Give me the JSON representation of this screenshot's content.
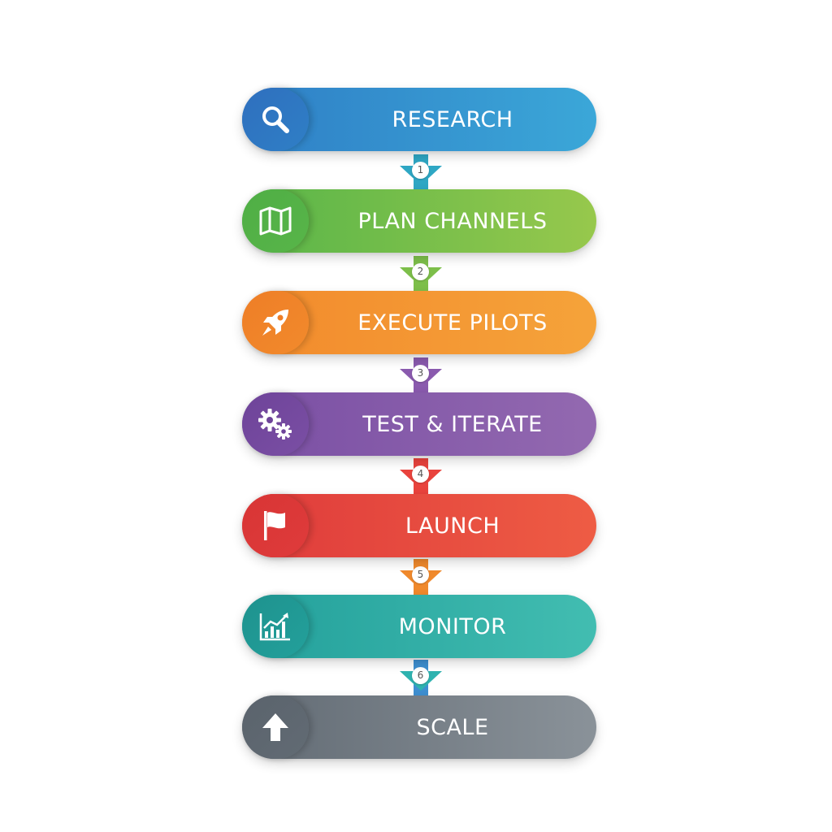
{
  "steps": [
    {
      "label": "RESEARCH",
      "icon": "magnifier-icon",
      "from": "#2F7FC6",
      "to": "#3BA7D8",
      "cap": "#2F6FBE"
    },
    {
      "label": "PLAN CHANNELS",
      "icon": "map-icon",
      "from": "#58B549",
      "to": "#97C84C",
      "cap": "#4FAE45"
    },
    {
      "label": "EXECUTE PILOTS",
      "icon": "rocket-icon",
      "from": "#F28A2C",
      "to": "#F5A33A",
      "cap": "#EE7E27"
    },
    {
      "label": "TEST & ITERATE",
      "icon": "gears-icon",
      "from": "#7A4FA4",
      "to": "#9369B0",
      "cap": "#6E4399"
    },
    {
      "label": "LAUNCH",
      "icon": "flag-icon",
      "from": "#DF3B3B",
      "to": "#EE5C44",
      "cap": "#D83535"
    },
    {
      "label": "MONITOR",
      "icon": "chart-icon",
      "from": "#23A09B",
      "to": "#42BDB1",
      "cap": "#1E928E"
    },
    {
      "label": "SCALE",
      "icon": "arrow-up-icon",
      "from": "#626B74",
      "to": "#8A9299",
      "cap": "#5A636C"
    }
  ],
  "connectors": [
    {
      "number": "1",
      "stem": "#2EA7C4",
      "arrow": "#2EA7C4"
    },
    {
      "number": "2",
      "stem": "#7DBF4A",
      "arrow": "#7DBF4A"
    },
    {
      "number": "3",
      "stem": "#8A5AAE",
      "arrow": "#8A5AAE"
    },
    {
      "number": "4",
      "stem": "#E9433D",
      "arrow": "#E9433D"
    },
    {
      "number": "5",
      "stem": "#F0892C",
      "arrow": "#F0892C"
    },
    {
      "number": "6",
      "stem": "#3E8FD1",
      "arrow": "#2FB3B0"
    }
  ]
}
